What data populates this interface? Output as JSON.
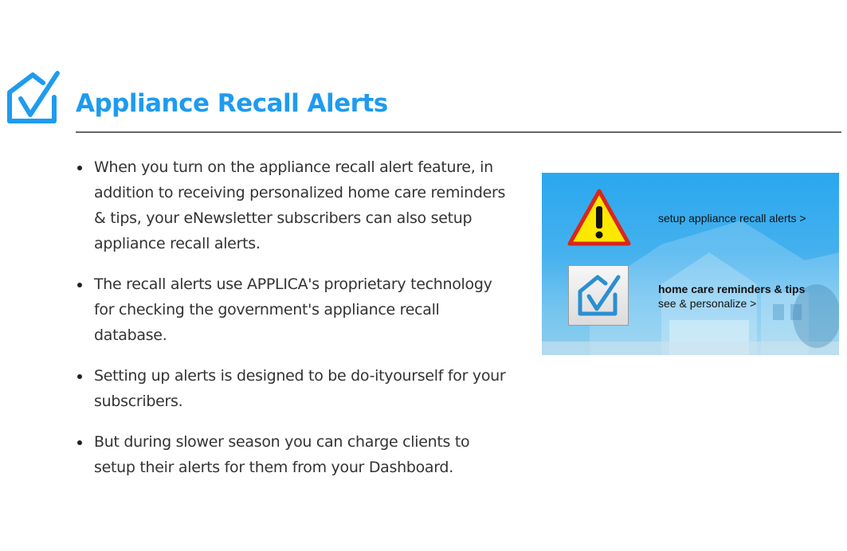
{
  "header": {
    "title": "Appliance Recall Alerts",
    "logo_icon": "house-check-icon",
    "accent_color": "#1e9bf0"
  },
  "bullets": [
    "When you turn on the appliance recall alert feature, in addition to receiving personalized home care reminders & tips, your eNewsletter subscribers can also setup appliance recall alerts.",
    "The recall alerts use APPLICA's proprietary technology for checking the government's appliance recall database.",
    "Setting up alerts is designed to be do-ityourself for your subscribers.",
    "But during slower season you can charge clients to setup their alerts for them from your Dashboard."
  ],
  "widget": {
    "recall_link": "setup appliance recall alerts >",
    "recall_icon": "warning-triangle-icon",
    "care_title": "home care reminders & tips",
    "care_link": "see & personalize >",
    "care_icon": "checkmark-house-icon",
    "background_color": "#2aa7ee"
  }
}
